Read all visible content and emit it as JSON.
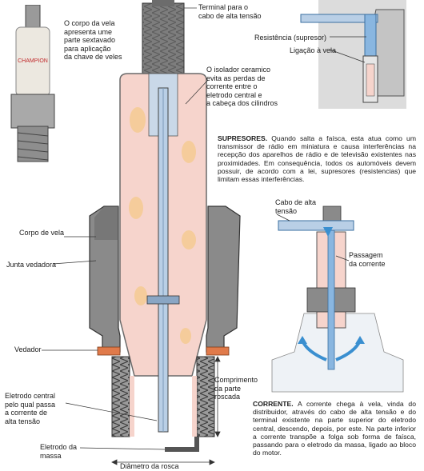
{
  "labels": {
    "terminal": "Terminal para o\ncabo de alta tensão",
    "corpo_sextavado": "O corpo da vela\napresenta ume\nparte sextavado\npara aplicação\nda chave de veles",
    "resistencia": "Resistência (supresor)",
    "ligacao": "Ligação à vela",
    "isolador": "O isolador ceramico\nevita as perdas de\ncorrente entre o\neletrodo central e\na cabeça dos cilindros",
    "corpo_vela": "Corpo de vela",
    "junta": "Junta vedadora",
    "vedador": "Vedador",
    "eletrodo_central": "Eletrodo central\npelo qual passa\na corrente de\nalta tensão",
    "eletrodo_massa": "Eletrodo da\nmassa",
    "diametro": "Diâmetro da rosca",
    "comprimento": "Comprimento\nda parte\nroscada",
    "cabo_alta": "Cabo de alta\ntensão",
    "passagem": "Passagem\nda corrente",
    "photo_brand": "CHAMPION"
  },
  "supresores": {
    "title": "SUPRESORES.",
    "text": " Quando salta a faísca, esta atua como um transmissor de rádio em miniatura e causa interferências na recepção dos aparelhos de rádio e de televisão existentes nas proximidades. Em consequência, todos os automóveis devem possuir, de acordo com a lei, supresores (resistencias) que limitam essas interferências."
  },
  "corrente": {
    "title": "CORRENTE.",
    "text": " A corrente chega à vela, vinda do distribuidor, através do cabo de alta tensão e do terminal existente na parte superior do eletrodo central, descendo, depois, por este. Na parte inferior a corrente transpõe a folga sob forma de faísca, passando para o eletrodo da massa, ligado ao bloco do motor."
  },
  "colors": {
    "metal": "#8a8a8a",
    "metal_dark": "#5a5a5a",
    "ceramic": "#f6d4cc",
    "ceramic_spot": "#f5c77a",
    "electrode": "#b9cfe6",
    "seal": "#e07a4a",
    "arrow": "#3a8fd0"
  }
}
